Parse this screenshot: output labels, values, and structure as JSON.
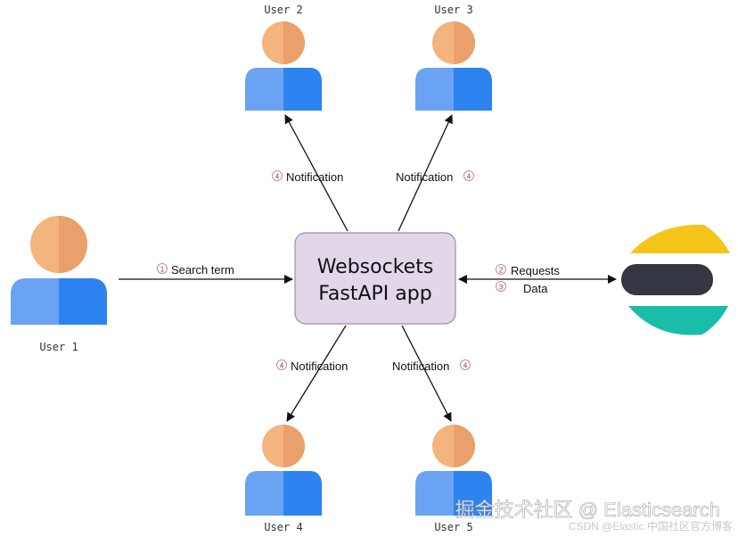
{
  "diagram": {
    "app_line1": "Websockets",
    "app_line2": "FastAPI app",
    "users": [
      "User 1",
      "User 2",
      "User 3",
      "User 4",
      "User 5"
    ],
    "search_step": "1",
    "search_label": "Search term",
    "requests_step": "2",
    "requests_label": "Requests",
    "data_step": "3",
    "data_label": "Data",
    "notify_step": "4",
    "notify_label": "Notification"
  },
  "watermark": {
    "main": "掘金技术社区 @ Elasticsearch",
    "sub": "CSDN @Elastic 中国社区官方博客"
  },
  "colors": {
    "head_light": "#F4B47E",
    "head_dark": "#E9A06A",
    "body_light": "#6AA3F3",
    "body_dark": "#2D83F0",
    "app_fill": "#E2D7E8",
    "app_stroke": "#9A8FA5",
    "es_yellow": "#F6C519",
    "es_dark": "#343741",
    "es_teal": "#1ABDA7",
    "step_badge": "#C98A8A"
  }
}
